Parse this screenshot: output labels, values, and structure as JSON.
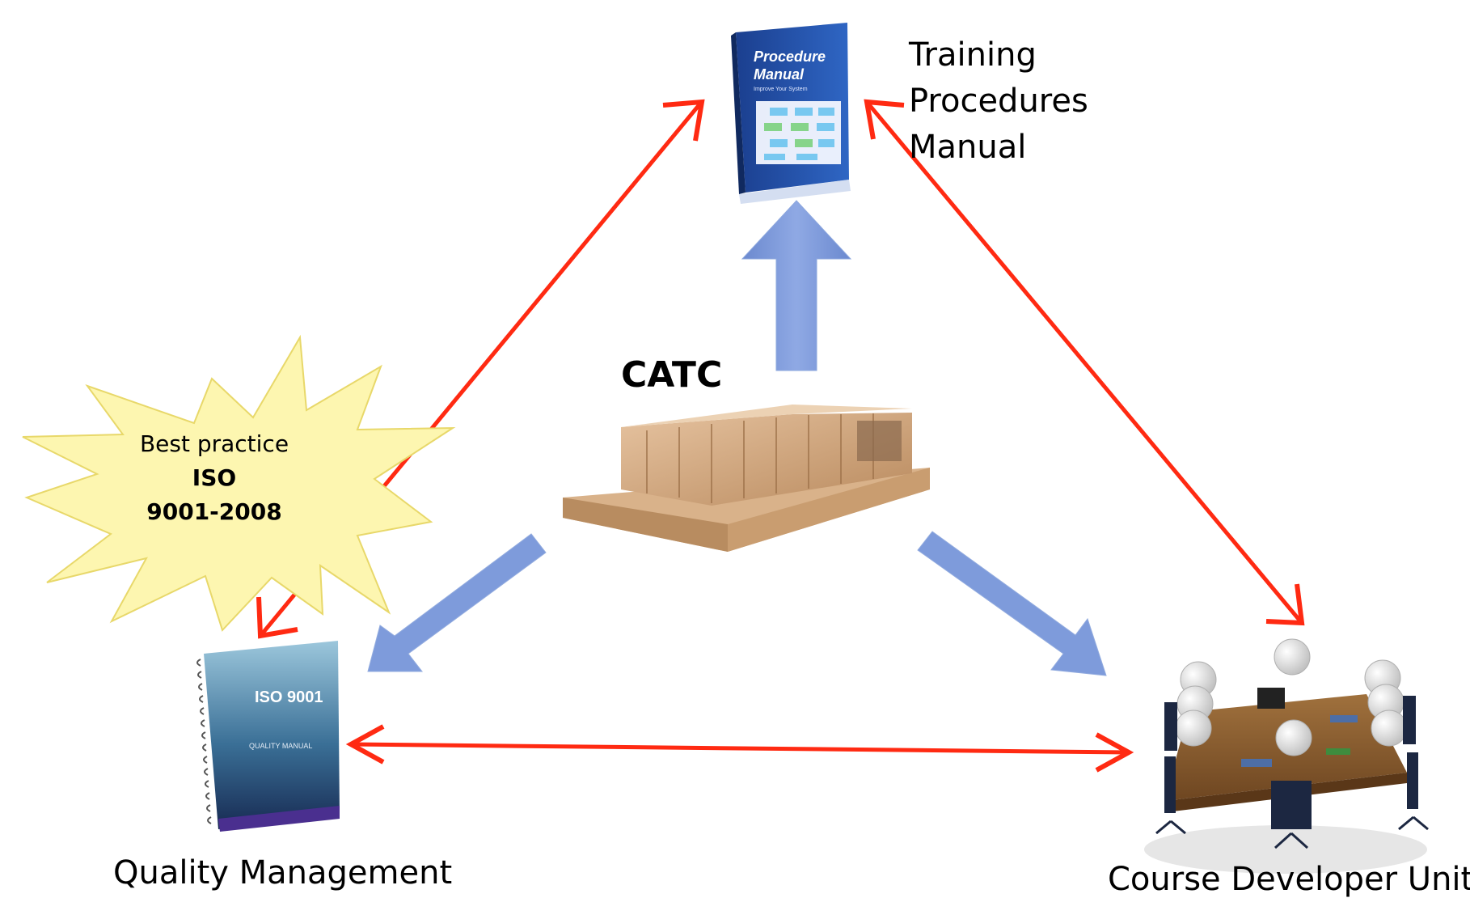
{
  "nodes": {
    "training": {
      "lines": [
        "Training",
        "Procedures",
        "Manual"
      ]
    },
    "catc": {
      "label": "CATC"
    },
    "quality": {
      "label": "Quality Management"
    },
    "course": {
      "label": "Course Developer Unit"
    }
  },
  "callout": {
    "line1": "Best practice",
    "line2": "ISO",
    "line3": "9001-2008"
  },
  "book_top": {
    "title1": "Procedure",
    "title2": "Manual",
    "subtitle": "Improve Your System"
  },
  "book_left": {
    "title": "ISO 9001",
    "subtitle": "QUALITY MANUAL"
  },
  "colors": {
    "red_arrow": "#ff2a12",
    "blue_arrow": "#7a97d8",
    "burst_fill": "#fdf6b0",
    "burst_stroke": "#e8d86a"
  }
}
